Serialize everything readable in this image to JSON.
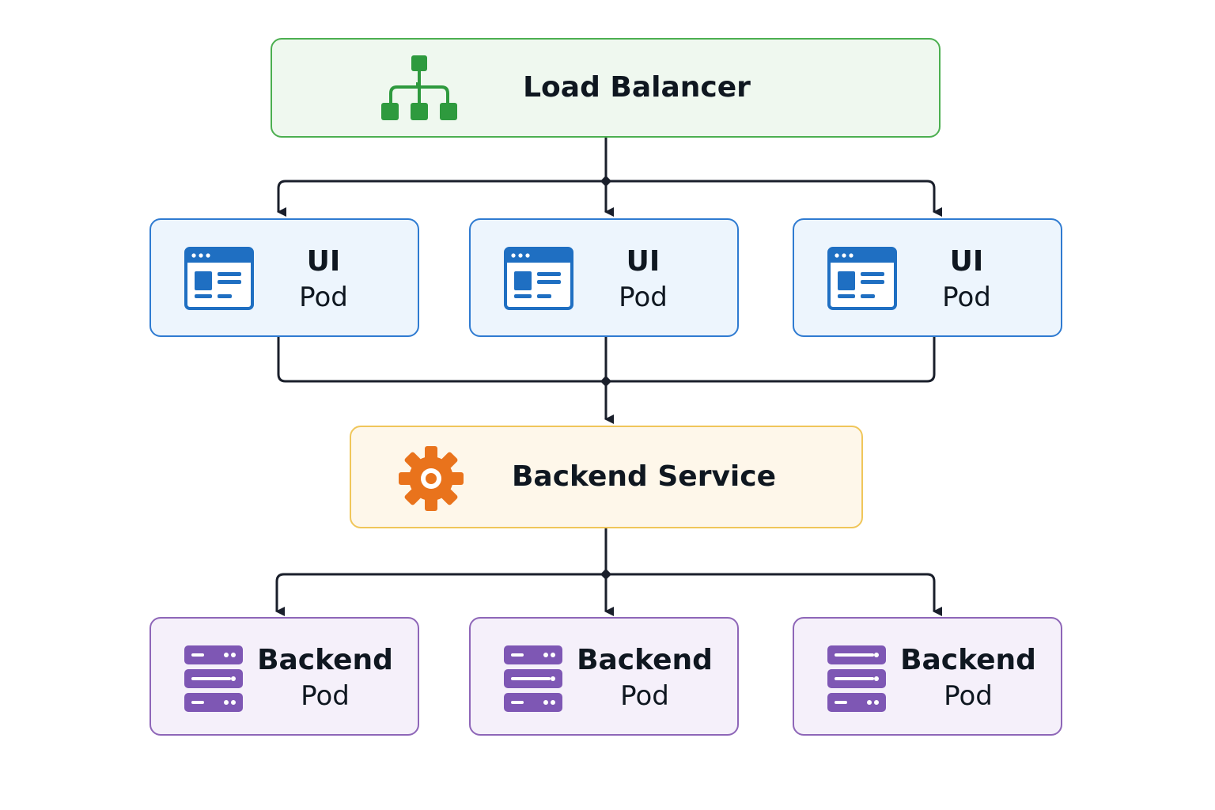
{
  "load_balancer": {
    "label": "Load Balancer",
    "icon": "hierarchy-icon",
    "color": "#2e9a3e"
  },
  "ui_pods": [
    {
      "title": "UI",
      "subtitle": "Pod",
      "icon": "browser-window-icon"
    },
    {
      "title": "UI",
      "subtitle": "Pod",
      "icon": "browser-window-icon"
    },
    {
      "title": "UI",
      "subtitle": "Pod",
      "icon": "browser-window-icon"
    }
  ],
  "backend_service": {
    "label": "Backend Service",
    "icon": "gear-icon",
    "color": "#e9731c"
  },
  "backend_pods": [
    {
      "title": "Backend",
      "subtitle": "Pod",
      "icon": "server-rack-icon"
    },
    {
      "title": "Backend",
      "subtitle": "Pod",
      "icon": "server-rack-icon"
    },
    {
      "title": "Backend",
      "subtitle": "Pod",
      "icon": "server-rack-icon"
    }
  ],
  "colors": {
    "ui_accent": "#1f6fc2",
    "backend_accent": "#7e57b4",
    "connector": "#1a1f2b"
  }
}
